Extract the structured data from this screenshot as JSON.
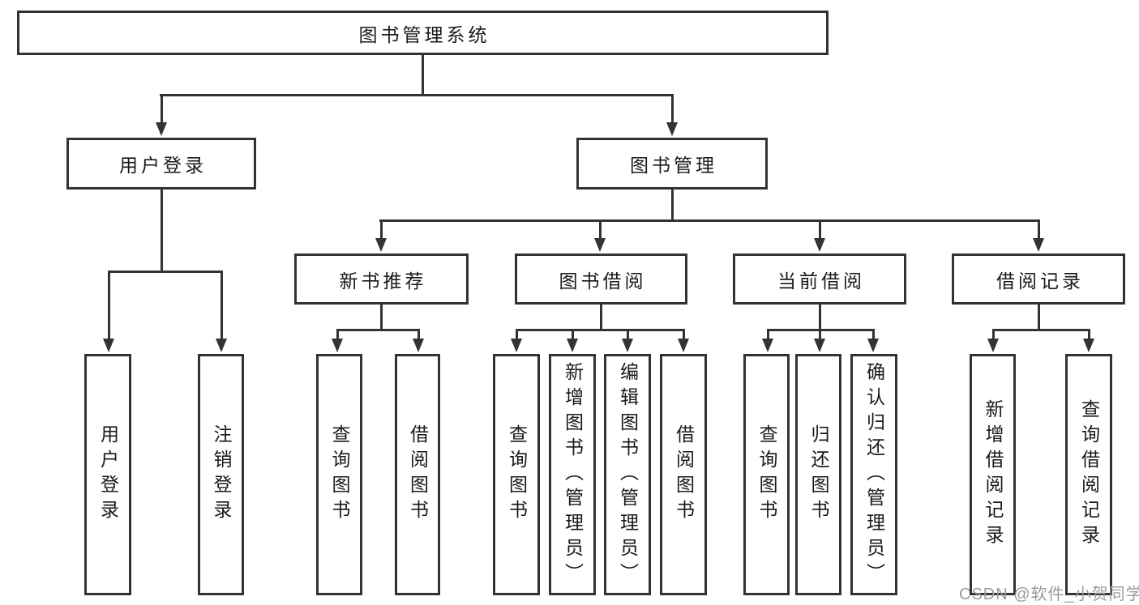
{
  "colors": {
    "line": "#333333",
    "text": "#1a1a1a",
    "watermark": "#9b9b9b",
    "background": "#ffffff"
  },
  "nodes": {
    "root": "图书管理系统",
    "user_login": "用户登录",
    "book_mgmt": "图书管理",
    "new_rec": "新书推荐",
    "book_borrow": "图书借阅",
    "current_borrow": "当前借阅",
    "borrow_records": "借阅记录",
    "leaf_user_login": "用户登录",
    "leaf_logout": "注销登录",
    "leaf_query_books_rec": "查询图书",
    "leaf_borrow_books_rec": "借阅图书",
    "leaf_query_books_borrow": "查询图书",
    "leaf_add_book": "新增图书（管理员）",
    "leaf_edit_book": "编辑图书（管理员）",
    "leaf_borrow_books_borrow": "借阅图书",
    "leaf_query_books_current": "查询图书",
    "leaf_return_book": "归还图书",
    "leaf_confirm_return": "确认归还（管理员）",
    "leaf_add_record": "新增借阅记录",
    "leaf_query_record": "查询借阅记录"
  },
  "watermark": "CSDN @软件_小贺同学"
}
